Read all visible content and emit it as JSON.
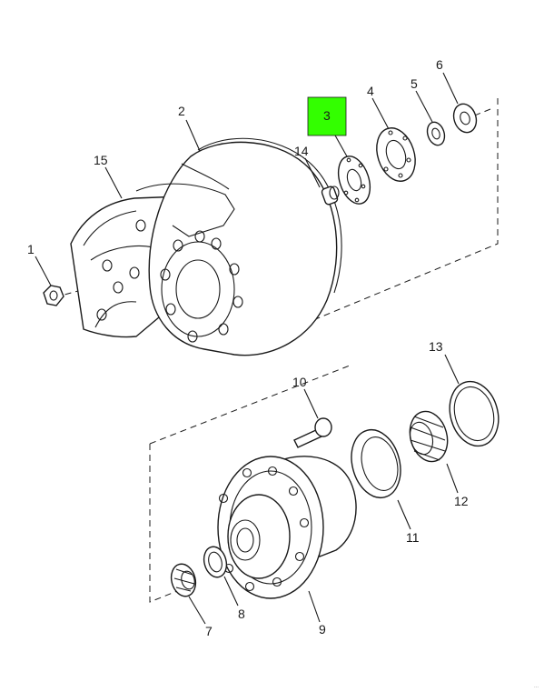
{
  "callouts": [
    {
      "id": "1",
      "label": "1"
    },
    {
      "id": "2",
      "label": "2"
    },
    {
      "id": "3",
      "label": "3"
    },
    {
      "id": "4",
      "label": "4"
    },
    {
      "id": "5",
      "label": "5"
    },
    {
      "id": "6",
      "label": "6"
    },
    {
      "id": "7",
      "label": "7"
    },
    {
      "id": "8",
      "label": "8"
    },
    {
      "id": "9",
      "label": "9"
    },
    {
      "id": "10",
      "label": "10"
    },
    {
      "id": "11",
      "label": "11"
    },
    {
      "id": "12",
      "label": "12"
    },
    {
      "id": "13",
      "label": "13"
    },
    {
      "id": "14",
      "label": "14"
    },
    {
      "id": "15",
      "label": "15"
    }
  ],
  "highlight": {
    "callout": "3",
    "color": "#33ff00"
  },
  "footnote": "..."
}
